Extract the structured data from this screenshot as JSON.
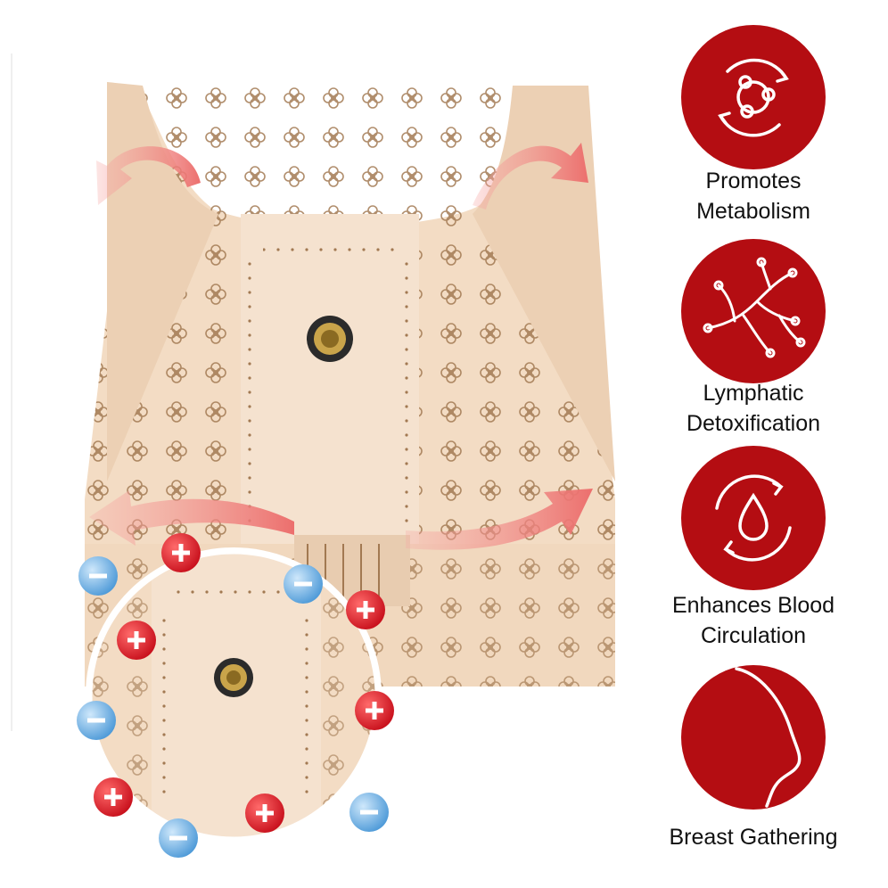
{
  "colors": {
    "badge_red": "#b40d12",
    "fabric": "#f3dcc4",
    "fabric_shadow": "#e0c0a2",
    "pattern_brown": "#a27952",
    "arrow_pink": "#f08a88",
    "plus_red": "#e2202b",
    "minus_blue": "#6fb3e8"
  },
  "features": [
    {
      "icon": "metabolism-cycle-icon",
      "line1": "Promotes",
      "line2": "Metabolism"
    },
    {
      "icon": "lymphatic-branch-icon",
      "line1": "Lymphatic",
      "line2": "Detoxification"
    },
    {
      "icon": "blood-drop-cycle-icon",
      "line1": "Enhances Blood",
      "line2": "Circulation"
    },
    {
      "icon": "breast-shape-icon",
      "line1": "Breast Gathering",
      "line2": ""
    }
  ]
}
